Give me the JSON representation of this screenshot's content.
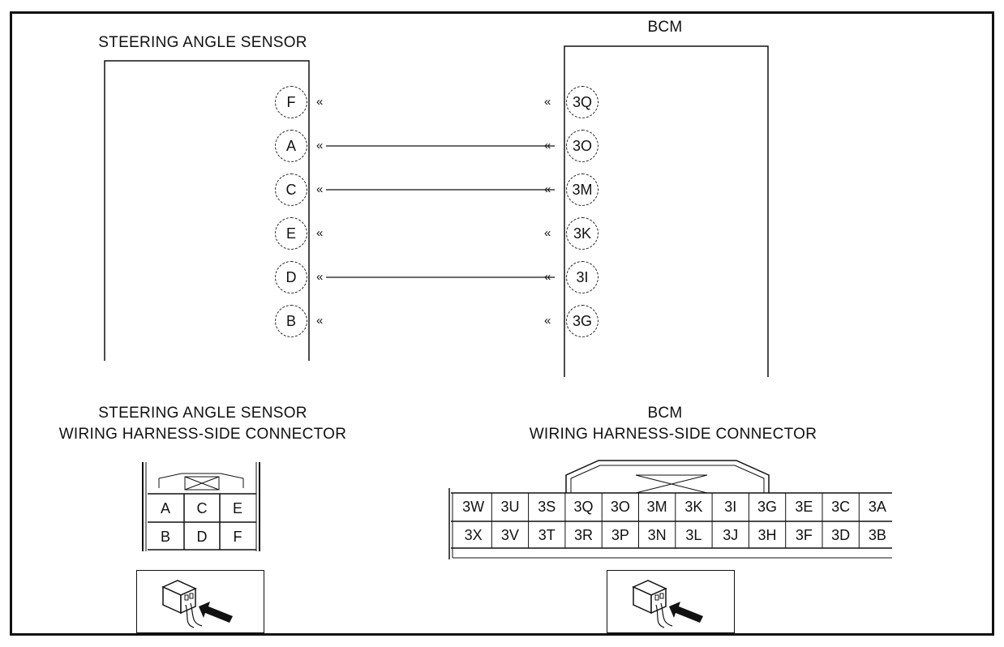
{
  "sensor": {
    "title": "STEERING ANGLE SENSOR",
    "pins": [
      "F",
      "A",
      "C",
      "E",
      "D",
      "B"
    ]
  },
  "bcm": {
    "title": "BCM",
    "pins": [
      "3Q",
      "3O",
      "3M",
      "3K",
      "3I",
      "3G"
    ]
  },
  "wires": [
    {
      "from": "A",
      "to": "3O"
    },
    {
      "from": "C",
      "to": "3M"
    },
    {
      "from": "D",
      "to": "3I"
    }
  ],
  "sensor_connector": {
    "title_line1": "STEERING ANGLE SENSOR",
    "title_line2": "WIRING HARNESS-SIDE CONNECTOR",
    "row1": [
      "A",
      "C",
      "E"
    ],
    "row2": [
      "B",
      "D",
      "F"
    ]
  },
  "bcm_connector": {
    "title_line1": "BCM",
    "title_line2": "WIRING HARNESS-SIDE CONNECTOR",
    "row1": [
      "3W",
      "3U",
      "3S",
      "3Q",
      "3O",
      "3M",
      "3K",
      "3I",
      "3G",
      "3E",
      "3C",
      "3A"
    ],
    "row2": [
      "3X",
      "3V",
      "3T",
      "3R",
      "3P",
      "3N",
      "3L",
      "3J",
      "3H",
      "3F",
      "3D",
      "3B"
    ]
  },
  "icons": {
    "sensor_view": "connector-view-arrow-icon",
    "bcm_view": "connector-view-arrow-icon"
  }
}
